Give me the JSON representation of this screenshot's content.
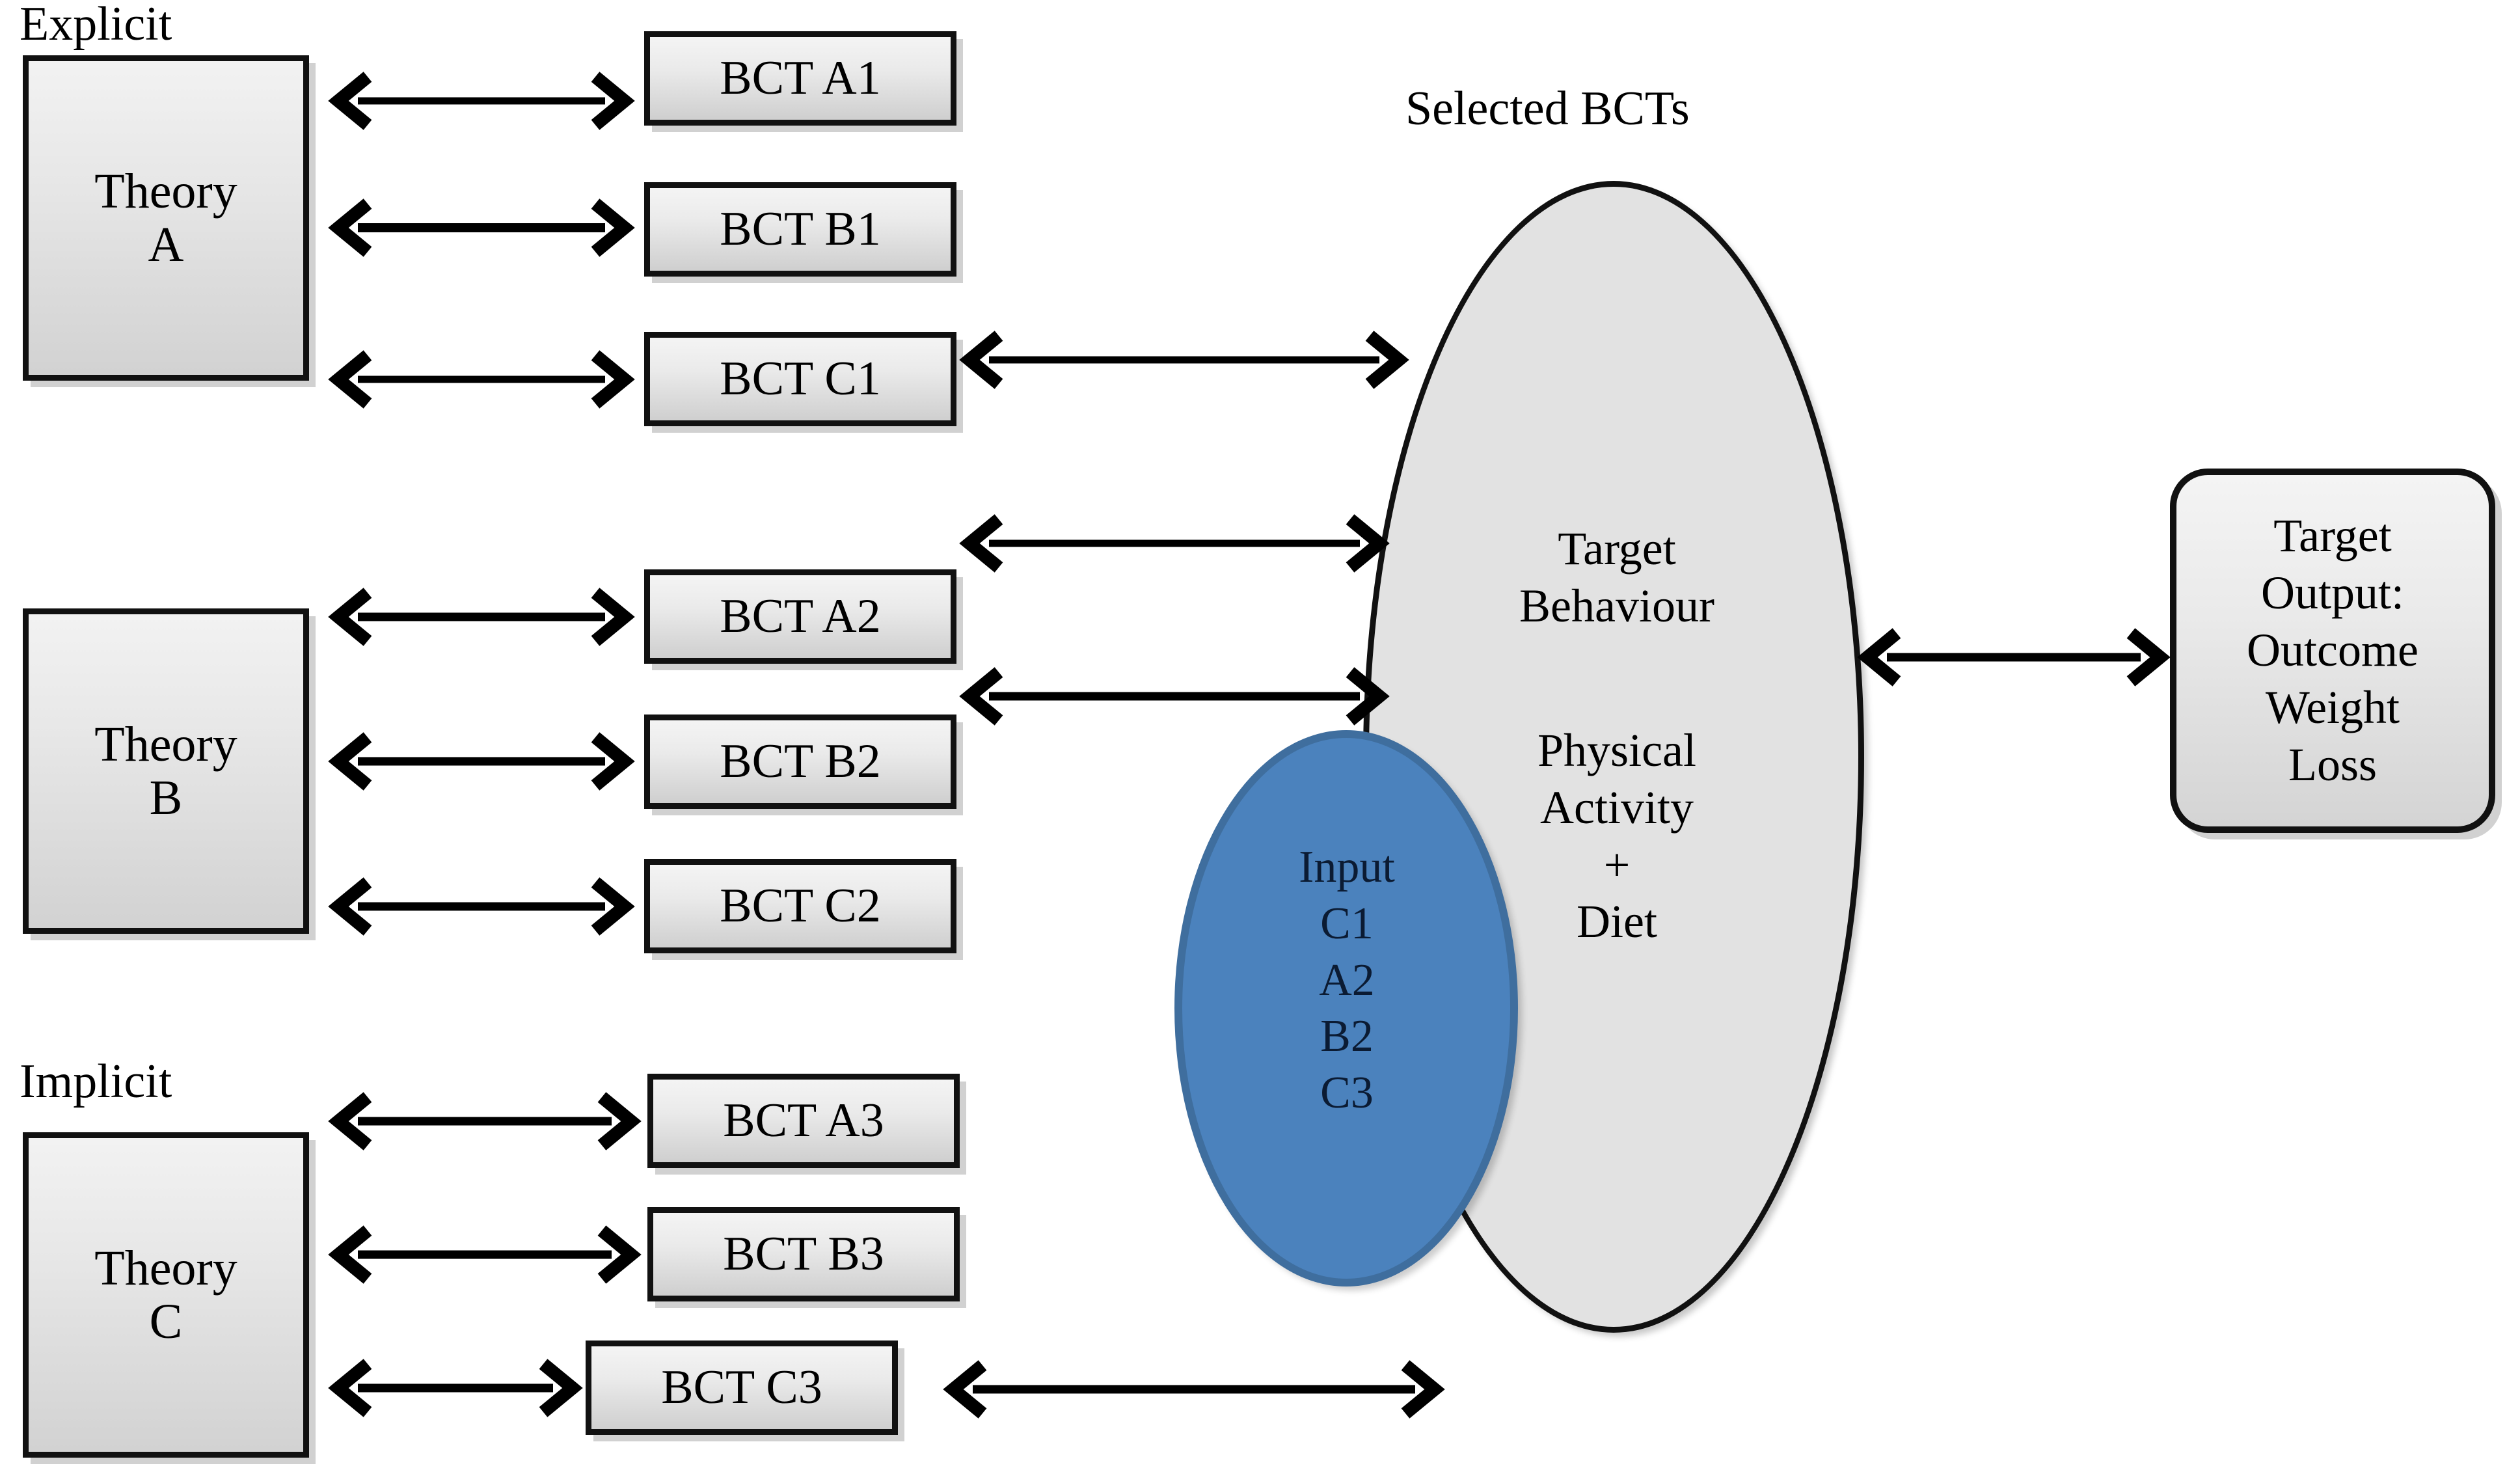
{
  "diagram": {
    "title_labels": {
      "explicit": "Explicit",
      "implicit": "Implicit",
      "selected_bcts": "Selected BCTs"
    },
    "theories": [
      {
        "id": "theory-a",
        "label": "Theory\nA",
        "group": "Explicit"
      },
      {
        "id": "theory-b",
        "label": "Theory\nB",
        "group": ""
      },
      {
        "id": "theory-c",
        "label": "Theory\nC",
        "group": "Implicit"
      }
    ],
    "bcts": [
      {
        "id": "bct-a1",
        "label": "BCT A1"
      },
      {
        "id": "bct-b1",
        "label": "BCT B1"
      },
      {
        "id": "bct-c1",
        "label": "BCT C1"
      },
      {
        "id": "bct-a2",
        "label": "BCT A2"
      },
      {
        "id": "bct-b2",
        "label": "BCT B2"
      },
      {
        "id": "bct-c2",
        "label": "BCT C2"
      },
      {
        "id": "bct-a3",
        "label": "BCT A3"
      },
      {
        "id": "bct-b3",
        "label": "BCT B3"
      },
      {
        "id": "bct-c3",
        "label": "BCT C3"
      }
    ],
    "target_behaviour": {
      "line1": "Target",
      "line2": "Behaviour",
      "line3": "Physical",
      "line4": "Activity",
      "line5": "+",
      "line6": "Diet",
      "block_top": "Target\nBehaviour",
      "block_bottom": "Physical\nActivity\n+\nDiet"
    },
    "input_node": {
      "heading": "Input",
      "items": [
        "C1",
        "A2",
        "B2",
        "C3"
      ],
      "block": "Input\nC1\nA2\nB2\nC3"
    },
    "target_output": {
      "block": "Target\nOutput:\nOutcome\nWeight\nLoss",
      "line1": "Target",
      "line2": "Output:",
      "line3": "Outcome",
      "line4": "Weight",
      "line5": "Loss"
    },
    "colors": {
      "blue_fill": "#4b82bd",
      "blue_stroke": "#3f6e9e",
      "gray_ellipse_fill": "#e2e2e2",
      "box_stroke": "#111111",
      "text": "#000000",
      "background": "#ffffff"
    },
    "connections": [
      {
        "id": "conn-theory-a-bct-a1",
        "type": "double-arrow"
      },
      {
        "id": "conn-theory-a-bct-b1",
        "type": "double-arrow"
      },
      {
        "id": "conn-theory-a-bct-c1",
        "type": "double-arrow"
      },
      {
        "id": "conn-theory-b-bct-a2",
        "type": "double-arrow"
      },
      {
        "id": "conn-theory-b-bct-b2",
        "type": "double-arrow"
      },
      {
        "id": "conn-theory-b-bct-c2",
        "type": "double-arrow"
      },
      {
        "id": "conn-theory-c-bct-a3",
        "type": "double-arrow"
      },
      {
        "id": "conn-theory-c-bct-b3",
        "type": "double-arrow"
      },
      {
        "id": "conn-theory-c-bct-c3",
        "type": "double-arrow"
      },
      {
        "id": "conn-bct-c1-behaviour",
        "type": "double-arrow"
      },
      {
        "id": "conn-bct-a2-behaviour",
        "type": "double-arrow"
      },
      {
        "id": "conn-bct-b2-behaviour",
        "type": "double-arrow"
      },
      {
        "id": "conn-bct-c3-behaviour",
        "type": "double-arrow"
      },
      {
        "id": "conn-behaviour-output",
        "type": "double-arrow"
      }
    ]
  }
}
